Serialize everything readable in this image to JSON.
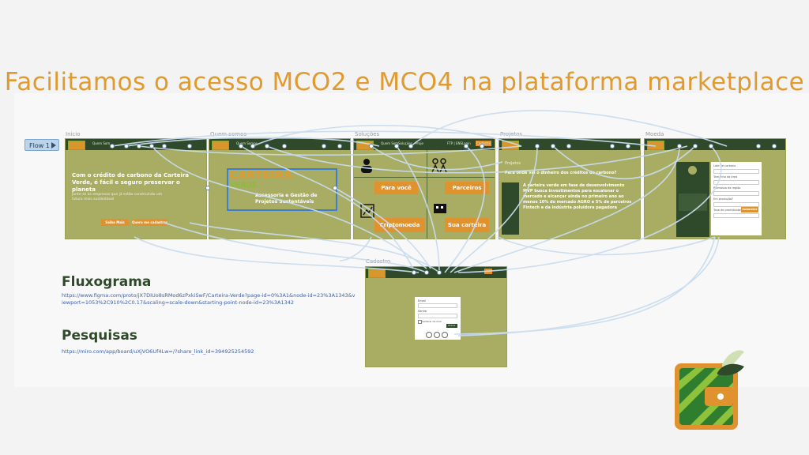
{
  "title": "Facilitamos o acesso MCO2 e MCO4 na plataforma marketplace",
  "flow": {
    "label": "Flow 1"
  },
  "frames": {
    "inicio": {
      "label": "Inicio",
      "nav_link": "Quem Som",
      "headline": "Com o crédito de carbono da Carteira Verde, é fácil e seguro preservar o planeta",
      "subtext": "Junte-se às empresas que já estão construindo um futuro mais sustentável",
      "cta_primary": "Saiba Mais",
      "cta_secondary": "Quero me cadastrar"
    },
    "quem_somos": {
      "label": "Quem somos",
      "nav_link": "Quem Somos",
      "brand": "CARTEIRA",
      "brand2": "VERDE",
      "tagline": "Assessoria e Gestão de Projetos Sustentáveis"
    },
    "solucoes": {
      "label": "Soluções",
      "nav_links": [
        "Quem Som",
        "Soluções",
        "Proje",
        "FTP | ENS",
        "Login",
        "Cadastro"
      ],
      "tiles": [
        "Para você",
        "Parceiros",
        "Criptomoeda",
        "Sua carteira"
      ]
    },
    "projetos": {
      "label": "Projetos",
      "section": "Projetos",
      "question": "Para onde vai o dinheiro dos créditos de carbono?",
      "body": "A carteira verde em fase de desenvolvimento MVP busca investimentos para escalonar o mercado e alcançar ainda no primeiro ano ao menos 10% do mercado AGRO e 5% de parceiros Fintech e da indústria poluidora pagadora"
    },
    "moeda": {
      "label": "Moeda",
      "form_fields": [
        "Lote de carbono",
        "Tamanho da área",
        "Biomassa da região",
        "Em produção?",
        "Taxa de produtividade"
      ],
      "submit": "Submeter"
    },
    "cadastro": {
      "label": "Cadastro",
      "fields": [
        "Email",
        "Senha"
      ],
      "remember": "Lembrar de mim",
      "submit": "Entrar"
    }
  },
  "sections": {
    "fluxograma": {
      "heading": "Fluxograma",
      "link": "https://www.figma.com/proto/jX7DIUo8sRMod6zPxkiSwF/Carteira-Verde?page-id=0%3A1&node-id=23%3A1343&viewport=1053%2C910%2C0.17&scaling=scale-down&starting-point-node-id=23%3A1342"
    },
    "pesquisas": {
      "heading": "Pesquisas",
      "link": "https://miro.com/app/board/uXjVO6Uf4Lw=/?share_link_id=394925254592"
    }
  },
  "colors": {
    "title": "#e09a2e",
    "frame_bg": "#a8ad63",
    "nav_bg": "#2e4a2a",
    "accent": "#e0922e",
    "link": "#3d5fa5",
    "wire": "#bcd4ea"
  }
}
